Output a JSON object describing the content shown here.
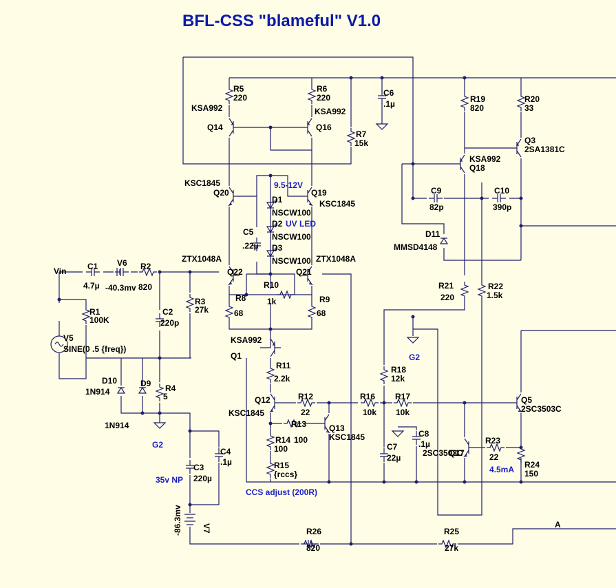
{
  "title": "BFL-CSS \"blameful\" V1.0",
  "net_labels": {
    "vin": "Vin",
    "a": "A",
    "g2": "G2"
  },
  "notes": {
    "voltage_range": "9.5-12V",
    "uv_led": "UV LED",
    "cap_type": "35v NP",
    "ccs_adjust": "CCS adjust (200R)",
    "current": "4.5mA"
  },
  "resistors": {
    "r1": {
      "ref": "R1",
      "val": "100K"
    },
    "r2": {
      "ref": "R2",
      "val": "820"
    },
    "r3": {
      "ref": "R3",
      "val": "27k"
    },
    "r4": {
      "ref": "R4",
      "val": "5"
    },
    "r5": {
      "ref": "R5",
      "val": "220"
    },
    "r6": {
      "ref": "R6",
      "val": "220"
    },
    "r7": {
      "ref": "R7",
      "val": "15k"
    },
    "r8": {
      "ref": "R8",
      "val": "68"
    },
    "r9": {
      "ref": "R9",
      "val": "68"
    },
    "r10": {
      "ref": "R10",
      "val": "1k"
    },
    "r11": {
      "ref": "R11",
      "val": "2.2k"
    },
    "r12": {
      "ref": "R12",
      "val": "22"
    },
    "r13": {
      "ref": "R13",
      "val": "100"
    },
    "r14": {
      "ref": "R14",
      "val": "100"
    },
    "r15": {
      "ref": "R15",
      "val": "{rccs}"
    },
    "r16": {
      "ref": "R16",
      "val": "10k"
    },
    "r17": {
      "ref": "R17",
      "val": "10k"
    },
    "r18": {
      "ref": "R18",
      "val": "12k"
    },
    "r19": {
      "ref": "R19",
      "val": "820"
    },
    "r20": {
      "ref": "R20",
      "val": "33"
    },
    "r21": {
      "ref": "R21",
      "val": "220"
    },
    "r22": {
      "ref": "R22",
      "val": "1.5k"
    },
    "r23": {
      "ref": "R23",
      "val": "22"
    },
    "r24": {
      "ref": "R24",
      "val": "150"
    },
    "r25": {
      "ref": "R25",
      "val": "27k"
    },
    "r26": {
      "ref": "R26",
      "val": "820"
    }
  },
  "capacitors": {
    "c1": {
      "ref": "C1",
      "val": "4.7µ"
    },
    "c2": {
      "ref": "C2",
      "val": "220p"
    },
    "c3": {
      "ref": "C3",
      "val": "220µ"
    },
    "c4": {
      "ref": "C4",
      "val": ".1µ"
    },
    "c5": {
      "ref": "C5",
      "val": ".22µ"
    },
    "c6": {
      "ref": "C6",
      "val": ".1µ"
    },
    "c7": {
      "ref": "C7",
      "val": "22µ"
    },
    "c8": {
      "ref": "C8",
      "val": ".1µ"
    },
    "c9": {
      "ref": "C9",
      "val": "82p"
    },
    "c10": {
      "ref": "C10",
      "val": "390p"
    }
  },
  "transistors": {
    "q1": {
      "ref": "Q1",
      "part": "KSA992"
    },
    "q3": {
      "ref": "Q3",
      "part": "2SA1381C"
    },
    "q5": {
      "ref": "Q5",
      "part": "2SC3503C"
    },
    "q12": {
      "ref": "Q12",
      "part": "KSC1845"
    },
    "q13": {
      "ref": "Q13",
      "part": "KSC1845"
    },
    "q14": {
      "ref": "Q14",
      "part": "KSA992"
    },
    "q16": {
      "ref": "Q16",
      "part": "KSA992"
    },
    "q17": {
      "ref": "Q17",
      "part": "2SC3503C"
    },
    "q18": {
      "ref": "Q18",
      "part": "KSA992"
    },
    "q19": {
      "ref": "Q19",
      "part": "KSC1845"
    },
    "q20": {
      "ref": "Q20",
      "part": "KSC1845"
    },
    "q21": {
      "ref": "Q21",
      "part": "ZTX1048A"
    },
    "q22": {
      "ref": "Q22",
      "part": "ZTX1048A"
    }
  },
  "diodes": {
    "d1": {
      "ref": "D1",
      "part": "NSCW100"
    },
    "d2": {
      "ref": "D2",
      "part": "NSCW100"
    },
    "d3": {
      "ref": "D3",
      "part": "NSCW100"
    },
    "d9": {
      "ref": "D9",
      "part": "1N914"
    },
    "d10": {
      "ref": "D10",
      "part": "1N914"
    },
    "d11": {
      "ref": "D11",
      "part": "MMSD4148"
    }
  },
  "sources": {
    "v5": {
      "ref": "V5",
      "val": "SINE(0 .5 {freq})"
    },
    "v6": {
      "ref": "V6",
      "val": "-40.3mv"
    },
    "v7": {
      "ref": "V7",
      "val": "-86.3mv"
    }
  }
}
